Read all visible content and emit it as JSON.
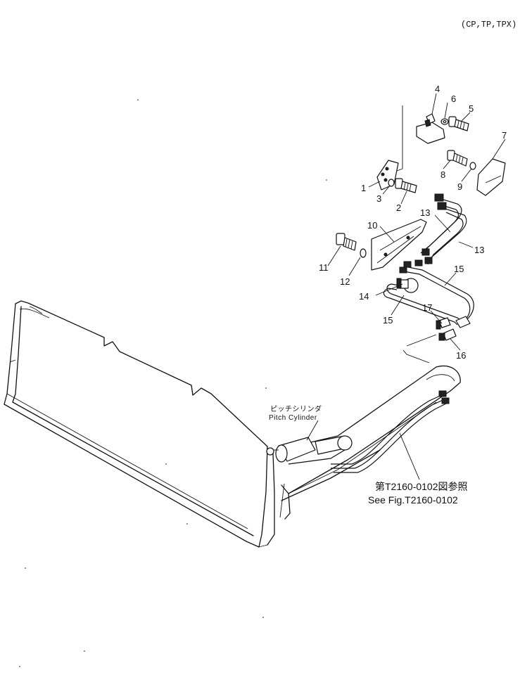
{
  "header": {
    "variants": "(CP,TP,TPX)"
  },
  "callouts": {
    "c1": "1",
    "c2": "2",
    "c3": "3",
    "c4": "4",
    "c5": "5",
    "c6": "6",
    "c7": "7",
    "c8": "8",
    "c9": "9",
    "c10": "10",
    "c11": "11",
    "c12": "12",
    "c13a": "13",
    "c13b": "13",
    "c14": "14",
    "c15a": "15",
    "c15b": "15",
    "c16": "16",
    "c17": "17"
  },
  "pitch_cylinder": {
    "jp": "ピッチシリンダ",
    "en": "Pitch  Cylinder"
  },
  "reference": {
    "jp": "第T2160-0102図参照",
    "en": "See Fig.T2160-0102"
  }
}
